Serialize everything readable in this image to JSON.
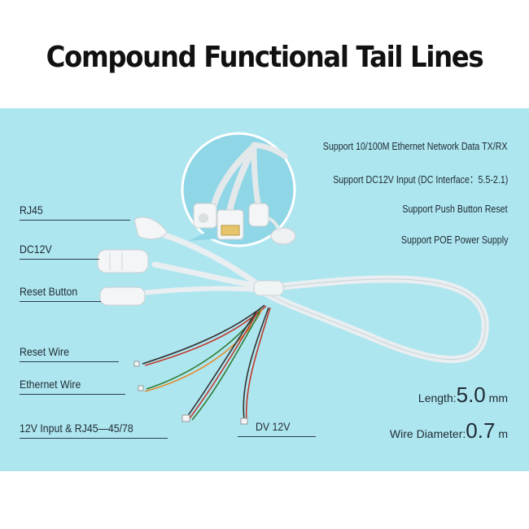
{
  "title": "Compound Functional Tail Lines",
  "features": [
    "Support 10/100M Ethernet Network Data TX/RX",
    "Support DC12V Input (DC Interface：5.5-2.1)",
    "Support Push Button Reset",
    "Support POE Power Supply"
  ],
  "labels": {
    "rj45": "RJ45",
    "dc12v": "DC12V",
    "reset_button": "Reset Button",
    "reset_wire": "Reset Wire",
    "ethernet_wire": "Ethernet Wire",
    "input_wire": "12V Input & RJ45—45/78",
    "dv12v": "DV 12V"
  },
  "specs": {
    "length_label": "Length:",
    "length_value": "5.0",
    "length_unit": " mm",
    "diameter_label": "Wire Diameter:",
    "diameter_value": "0.7",
    "diameter_unit": " m"
  },
  "colors": {
    "panel": "#aee6f0",
    "cable": "#e9eef0",
    "wire_red": "#c0392b",
    "wire_green": "#2e7d32",
    "wire_black": "#333333",
    "wire_orange": "#e58a2a"
  }
}
